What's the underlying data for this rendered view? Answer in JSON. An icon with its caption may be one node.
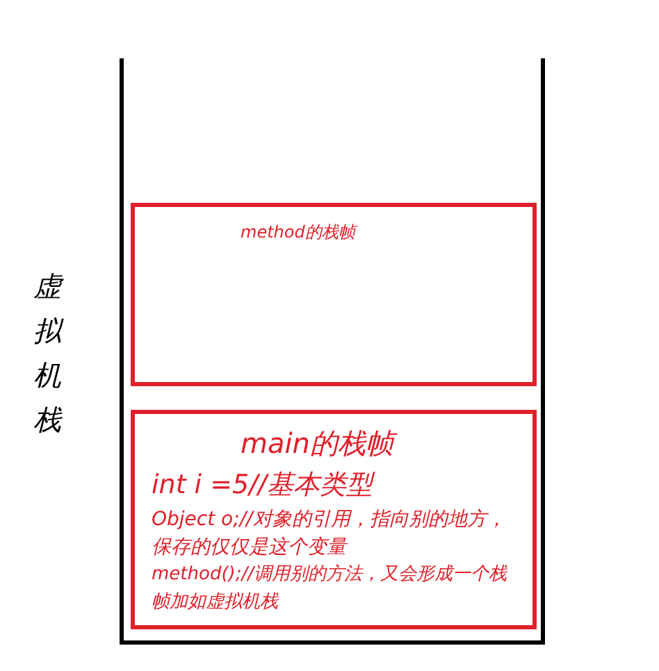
{
  "diagram": {
    "nodes": [
      {
        "text": [
          "虚拟机栈"
        ]
      },
      {
        "text": [
          "method的栈帧"
        ],
        "in": 0
      },
      {
        "text": [
          "main的栈帧",
          "int i =5//基本类型",
          "Object o;//对象的引用，指向别的地方，保存的仅仅是这个变量",
          "method();//调用别的方法，又会形成一个栈帧加如虚拟机栈"
        ],
        "in": 0
      }
    ]
  }
}
